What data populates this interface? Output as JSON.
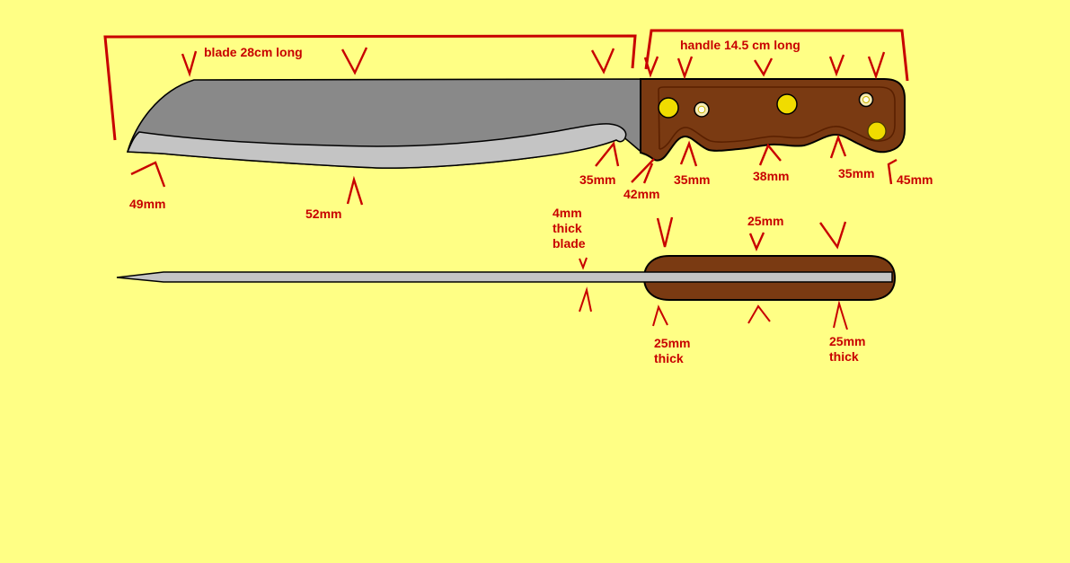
{
  "colors": {
    "background": "#FFFF85",
    "annotation": "#C80000",
    "blade": "#898989",
    "bevel": "#C4C4C4",
    "handle": "#7A3A12",
    "handle_inner_line": "#5A2000",
    "outline": "#000000",
    "rivet": "#F0DC00",
    "rivet_ring": "#F7ECB4",
    "rivet_ring_center": "#FFFDF0"
  },
  "side_view": {
    "blade_length": "blade 28cm long",
    "handle_length": "handle 14.5 cm long",
    "tip_width": "49mm",
    "belly_width": "52mm",
    "heel_width": "35mm",
    "neck_width": "42mm",
    "front_grip_width": "35mm",
    "mid_grip_width": "38mm",
    "rear_grip_width": "35mm",
    "butt_width": "45mm"
  },
  "spine_view": {
    "blade_thickness": "4mm\nthick\nblade",
    "handle_width": "25mm",
    "handle_thickness_front": "25mm\nthick",
    "handle_thickness_rear": "25mm\nthick"
  }
}
